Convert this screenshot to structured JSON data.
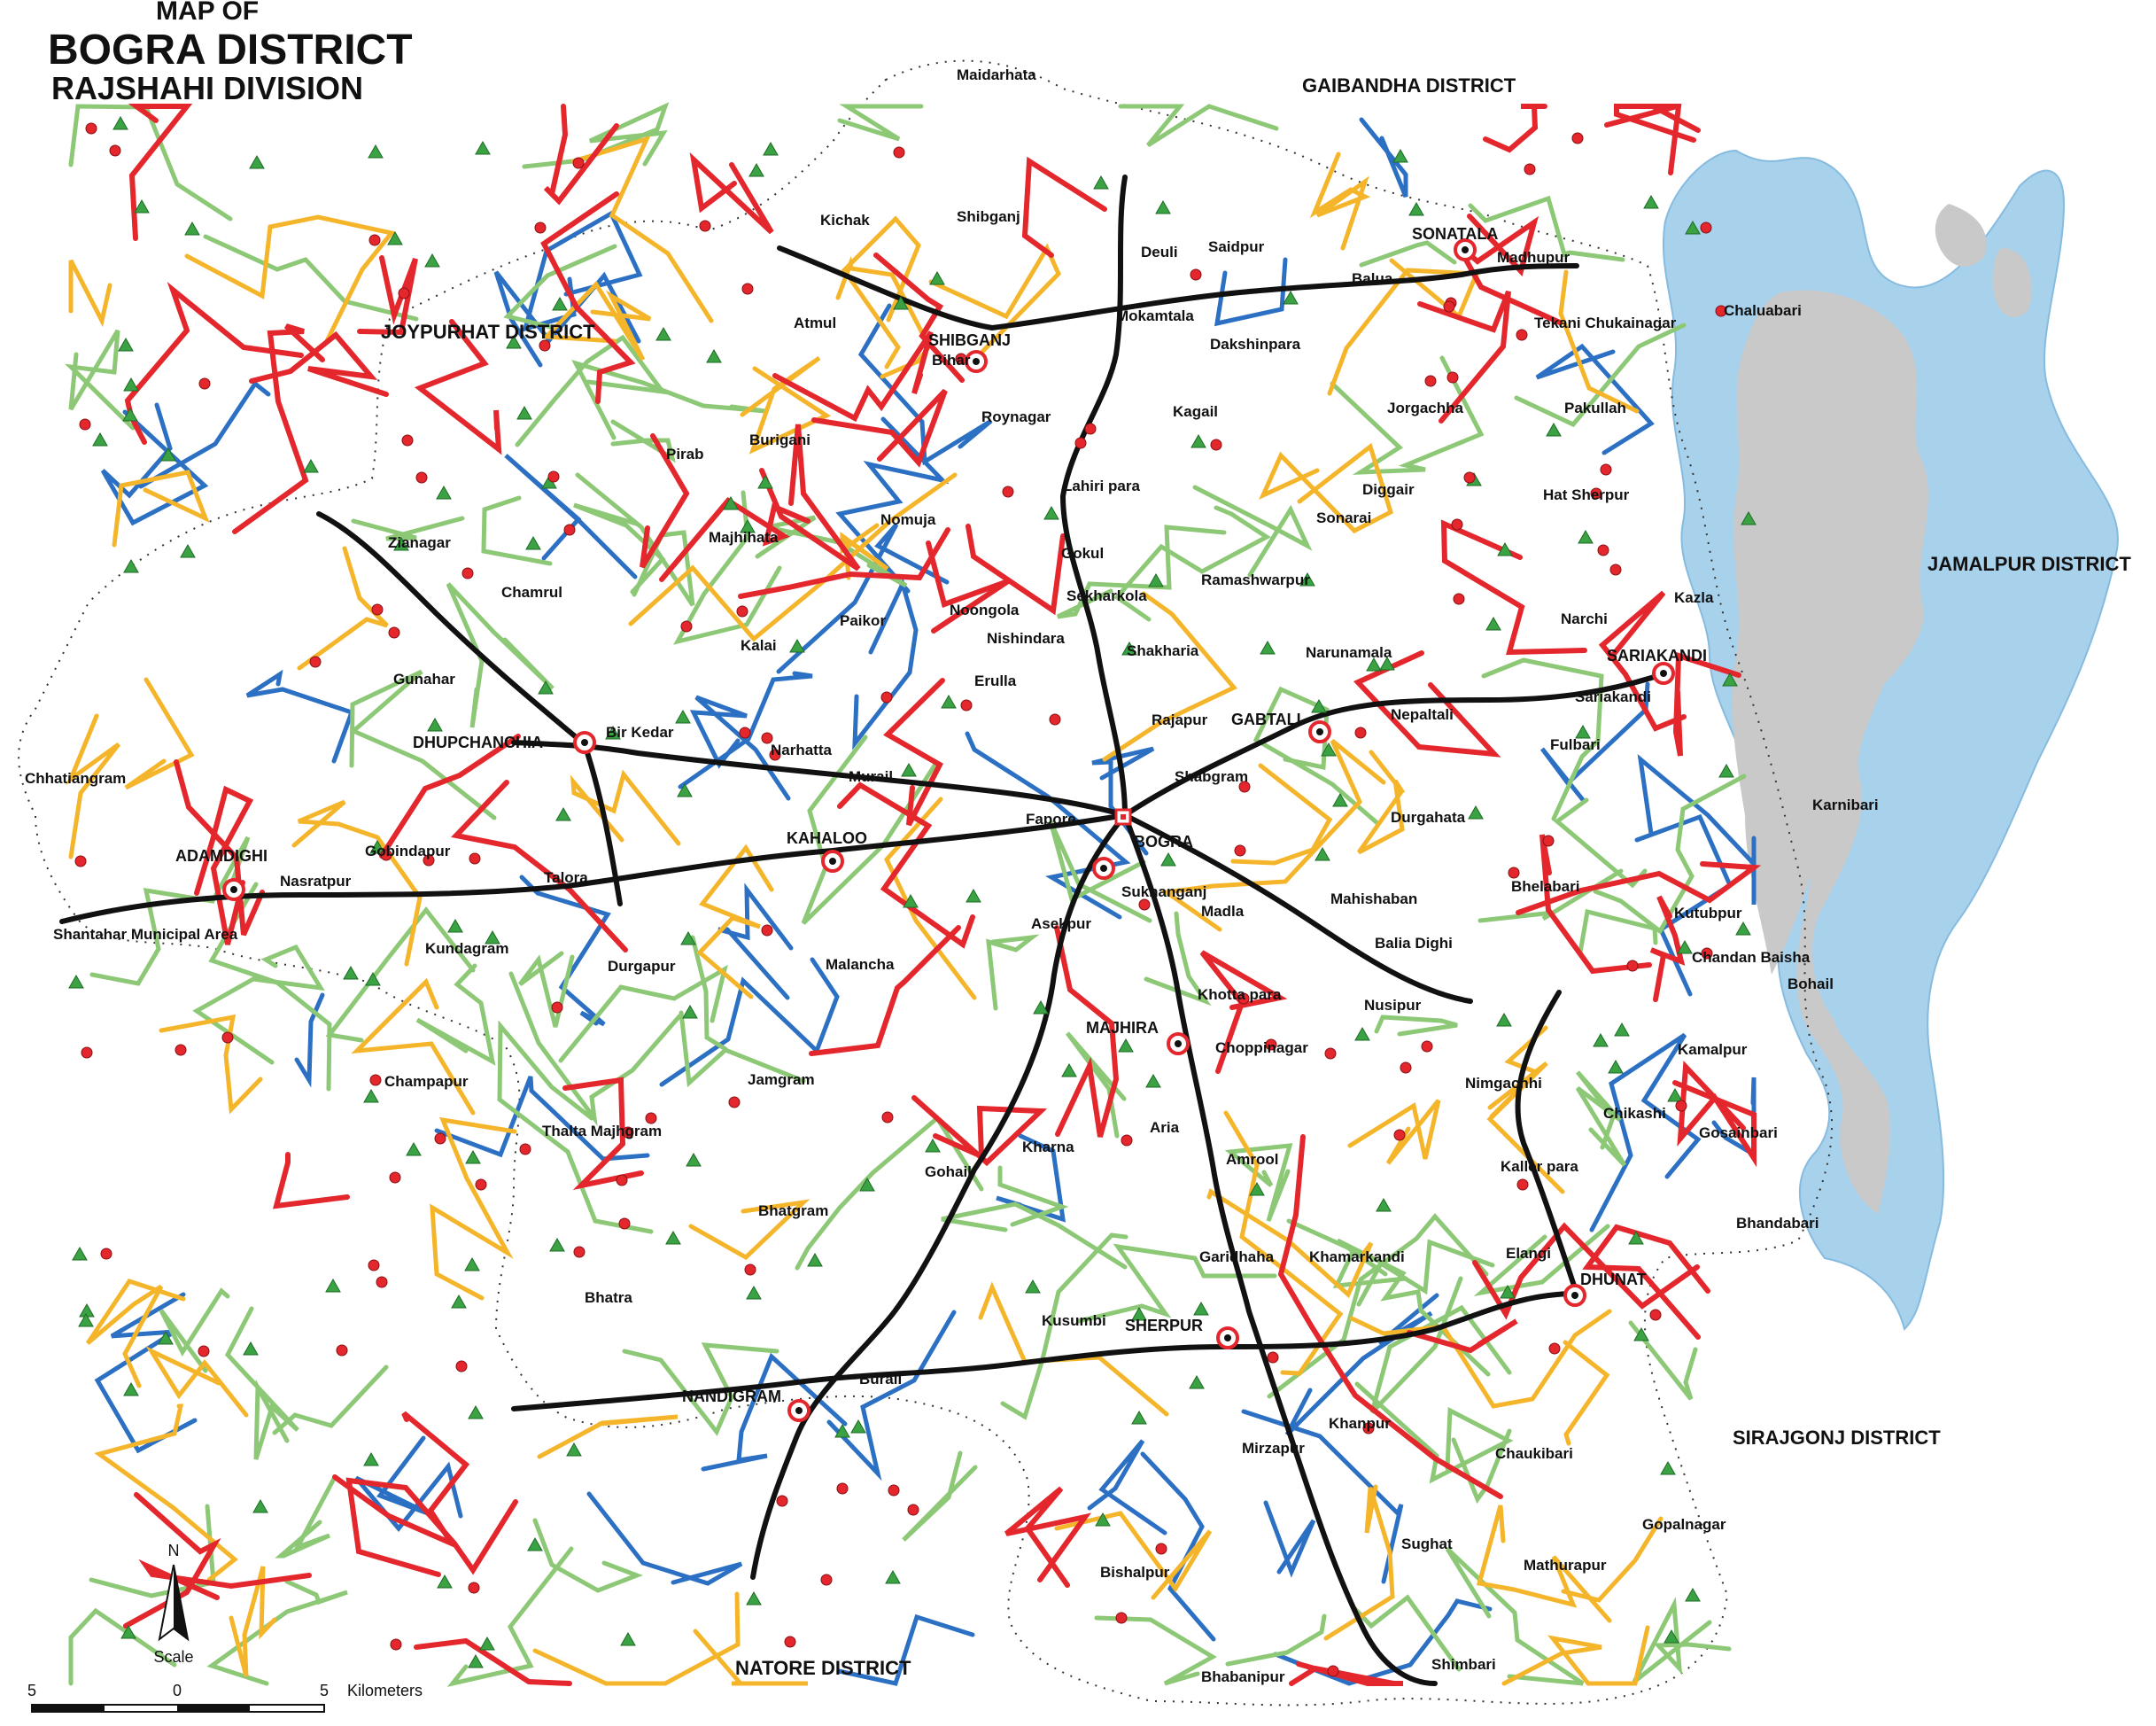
{
  "title": {
    "line1": "MAP OF",
    "line2": "BOGRA DISTRICT",
    "line3": "RAJSHAHI DIVISION"
  },
  "neighbors": {
    "north": "GAIBANDHA DISTRICT",
    "northwest": "JOYPURHAT DISTRICT",
    "east": "JAMALPUR DISTRICT",
    "southeast": "SIRAJGONJ DISTRICT",
    "south": "NATORE DISTRICT"
  },
  "upazila_hqs": [
    "SONATALA",
    "SHIBGANJ",
    "DHUPCHANCHIA",
    "ADAMDIGHI",
    "KAHALOO",
    "BOGRA",
    "GABTALI",
    "SARIAKANDI",
    "MAJHIRA",
    "SHERPUR",
    "DHUNAT",
    "NANDIGRAM"
  ],
  "places": [
    "Maidarhata",
    "Kichak",
    "Shibganj",
    "Deuli",
    "Saidpur",
    "Madhupur",
    "Balua",
    "Chaluabari",
    "Atmul",
    "Mokamtala",
    "Dakshinpara",
    "Tekani Chukainagar",
    "Bihar",
    "Roynagar",
    "Kagail",
    "Jorgachha",
    "Pakullah",
    "Burigani",
    "Pirab",
    "Lahiri para",
    "Diggair",
    "Hat Sherpur",
    "Zianagar",
    "Majhihata",
    "Nomuja",
    "Sonarai",
    "Chamrul",
    "Gokul",
    "Ramashwarpur",
    "Kazla",
    "Noongola",
    "Sekharkola",
    "Narchi",
    "Paikor",
    "Nishindara",
    "Shakharia",
    "Narunamala",
    "Gunahar",
    "Kalai",
    "Erulla",
    "Bir Kedar",
    "Rajapur",
    "Nepaltali",
    "Sariakandi",
    "Narhatta",
    "Fulbari",
    "Chhatiangram",
    "Murail",
    "Shabgram",
    "Durgahata",
    "Karnibari",
    "Fapore",
    "Gobindapur",
    "Nasratpur",
    "Talora",
    "Sukhanganj",
    "Bhelabari",
    "Madla",
    "Mahishaban",
    "Shantahar Municipal Area",
    "Asekpur",
    "Kutubpur",
    "Kundagram",
    "Balia Dighi",
    "Chandan Baisha",
    "Durgapur",
    "Malancha",
    "Bohail",
    "Khotta para",
    "Nusipur",
    "Choppinagar",
    "Kamalpur",
    "Champapur",
    "Jamgram",
    "Nimgachhi",
    "Chikashi",
    "Thalta Majhgram",
    "Kharna",
    "Aria",
    "Gosainbari",
    "Amrool",
    "Gohail",
    "Kaller para",
    "Bhatgram",
    "Bhandabari",
    "Garidhaha",
    "Khamarkandi",
    "Elangi",
    "Bhatra",
    "Kusumbi",
    "Burail",
    "Khanpur",
    "Mirzapur",
    "Chaukibari",
    "Gopalnagar",
    "Sughat",
    "Mathurapur",
    "Bishalpur",
    "Shimbari",
    "Bhabanipur"
  ],
  "scale": {
    "north_label": "N",
    "caption": "Scale",
    "left": "5",
    "middle": "0",
    "right": "5",
    "unit": "Kilometers"
  },
  "colors": {
    "national_highway": "#111111",
    "regional_road": "#e3272d",
    "zila_road": "#f5b52b",
    "upazila_road": "#8dc876",
    "union_road": "#2c70c4",
    "river": "#a8d1ec",
    "char_land": "#c9c9c9",
    "market_marker": "#3aa243",
    "union_hq": "#e3272d"
  }
}
